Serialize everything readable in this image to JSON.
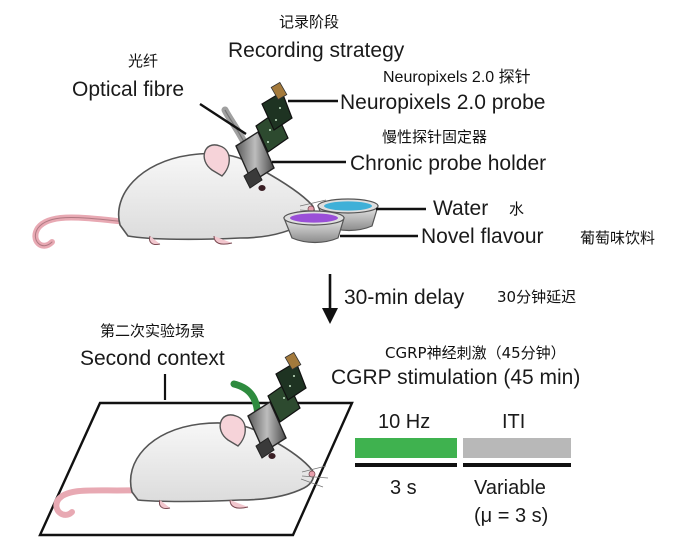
{
  "labels": {
    "recording_zh": "记录阶段",
    "recording_en": "Recording strategy",
    "fibre_zh": "光纤",
    "fibre_en": "Optical fibre",
    "neuropixels_zh": "Neuropixels 2.0 探针",
    "neuropixels_en": "Neuropixels 2.0 probe",
    "holder_zh": "慢性探针固定器",
    "holder_en": "Chronic probe holder",
    "water_en": "Water",
    "water_zh": "水",
    "flavour_en": "Novel flavour",
    "flavour_zh": "葡萄味饮料",
    "delay_en": "30-min delay",
    "delay_zh": "30分钟延迟",
    "context_zh": "第二次实验场景",
    "context_en": "Second context",
    "cgrp_zh": "CGRP神经刺激（45分钟）",
    "cgrp_en": "CGRP stimulation (45 min)"
  },
  "timeline": {
    "stim_label": "10 Hz",
    "iti_label": "ITI",
    "stim_duration": "3 s",
    "iti_duration": "Variable",
    "iti_mean": "(μ = 3 s)"
  },
  "colors": {
    "stim_bar": "#3fb24f",
    "iti_bar": "#b8b8b8",
    "fibre_top": "#9a9a9a",
    "fibre_bottom": "#2e8b3e",
    "water": "#3fb0d8",
    "flavour": "#9a4fd8"
  }
}
